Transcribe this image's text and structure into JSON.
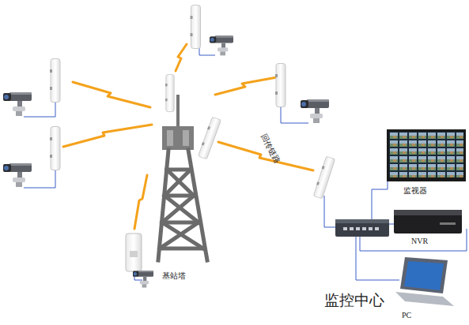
{
  "diagram": {
    "nodes": [
      {
        "text": [
          "基站塔"
        ]
      },
      {
        "text": [
          "监视器"
        ]
      },
      {
        "text": [
          "NVR"
        ]
      },
      {
        "text": [
          "PC"
        ]
      }
    ],
    "labels": [
      "回传链路",
      "监控中心"
    ]
  }
}
